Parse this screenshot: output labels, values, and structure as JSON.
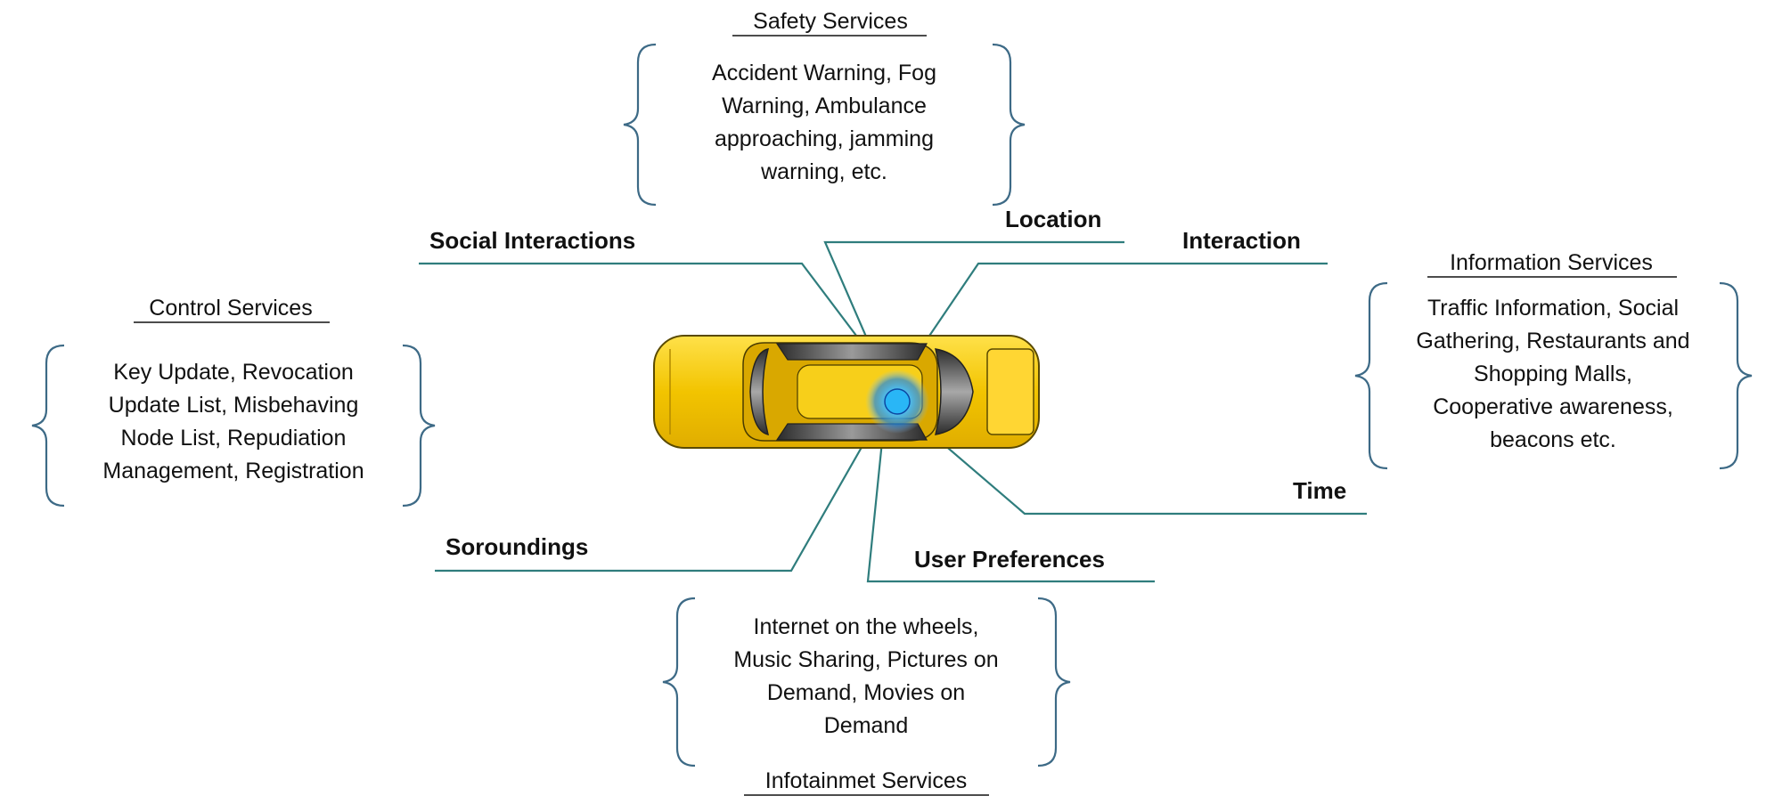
{
  "services": {
    "safety": {
      "title": "Safety Services",
      "lines": [
        "Accident Warning, Fog",
        "Warning, Ambulance",
        "approaching, jamming",
        "warning, etc."
      ]
    },
    "control": {
      "title": "Control Services",
      "lines": [
        "Key Update, Revocation",
        "Update List, Misbehaving",
        "Node List, Repudiation",
        "Management, Registration"
      ]
    },
    "information": {
      "title": "Information Services",
      "lines": [
        "Traffic Information, Social",
        "Gathering, Restaurants and",
        "Shopping Malls,",
        "Cooperative awareness,",
        "beacons etc."
      ]
    },
    "infotainment": {
      "title": "Infotainmet Services",
      "lines": [
        "Internet on the wheels,",
        "Music Sharing, Pictures on",
        "Demand, Movies on",
        "Demand"
      ]
    }
  },
  "context": {
    "social_interactions": "Social Interactions",
    "location": "Location",
    "interaction": "Interaction",
    "time": "Time",
    "user_preferences": "User Preferences",
    "soroundings": "Soroundings"
  },
  "colors": {
    "leader": "#2f7d7d",
    "brace": "#3d6a86",
    "car_body": "#f2c400",
    "car_outline": "#5a4a00",
    "glow": "#4fc3f7"
  }
}
